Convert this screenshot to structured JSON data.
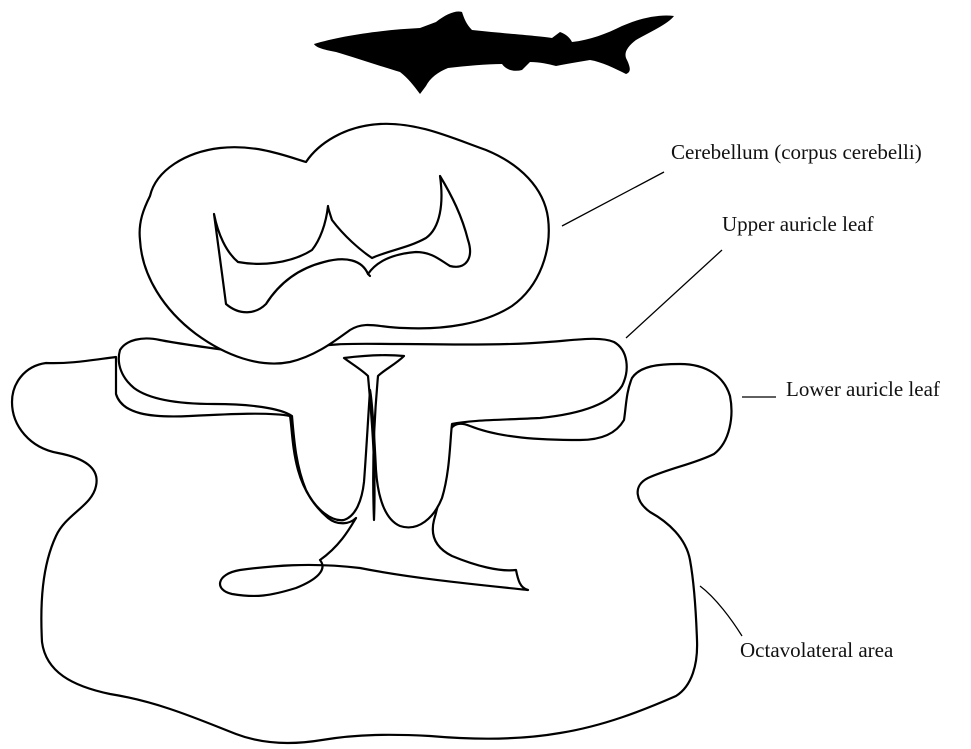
{
  "labels": {
    "cerebellum": "Cerebellum (corpus cerebelli)",
    "upper_auricle": "Upper auricle leaf",
    "lower_auricle": "Lower auricle leaf",
    "octavolateral": "Octavolateral area"
  },
  "icons": {
    "shark": "shark-silhouette-icon"
  },
  "colors": {
    "stroke": "#000000",
    "background": "#ffffff",
    "text": "#111111"
  }
}
